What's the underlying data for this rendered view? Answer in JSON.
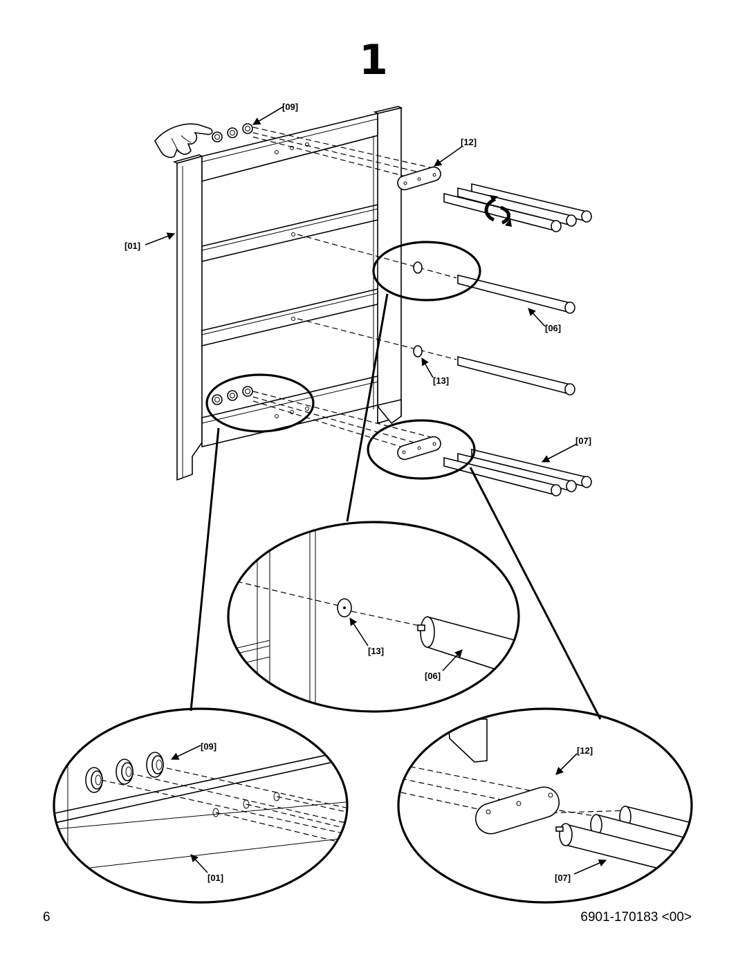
{
  "step": {
    "number": "1"
  },
  "labels": {
    "p01": "[01]",
    "p06": "[06]",
    "p07": "[07]",
    "p09": "[09]",
    "p12": "[12]",
    "p13": "[13]"
  },
  "footer": {
    "page_number": "6",
    "doc_code": "6901-170183 <00>"
  }
}
